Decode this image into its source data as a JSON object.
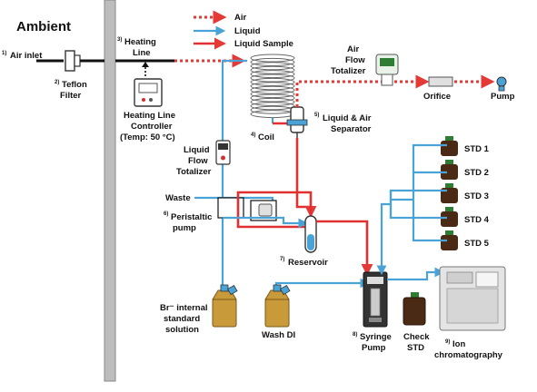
{
  "title": "Ambient",
  "legend": {
    "air": "Air",
    "liquid": "Liquid",
    "sample": "Liquid Sample"
  },
  "labels": {
    "air_inlet": {
      "num": "1)",
      "text": "Air inlet"
    },
    "filter": {
      "num": "2)",
      "line1": "Teflon",
      "line2": "Filter"
    },
    "heating_line": {
      "num": "3)",
      "line1": "Heating",
      "line2": "Line"
    },
    "controller": {
      "line1": "Heating Line",
      "line2": "Controller",
      "line3": "(Temp: 50 °C)"
    },
    "coil": {
      "num": "4)",
      "text": "Coil"
    },
    "separator": {
      "num": "5)",
      "line1": "Liquid & Air",
      "line2": "Separator"
    },
    "air_totalizer": {
      "line1": "Air",
      "line2": "Flow",
      "line3": "Totalizer"
    },
    "orifice": "Orifice",
    "pump": "Pump",
    "liquid_totalizer": {
      "line1": "Liquid",
      "line2": "Flow",
      "line3": "Totalizer"
    },
    "waste": "Waste",
    "peristaltic": {
      "num": "6)",
      "line1": "Peristaltic",
      "line2": "pump"
    },
    "reservoir": {
      "num": "7)",
      "text": "Reservoir"
    },
    "br_solution": {
      "line1": "Br⁻ internal",
      "line2": "standard",
      "line3": "solution"
    },
    "wash": "Wash DI",
    "syringe": {
      "num": "8)",
      "line1": "Syringe",
      "line2": "Pump"
    },
    "check_std": {
      "line1": "Check",
      "line2": "STD"
    },
    "ion": {
      "num": "9)",
      "line1": "Ion",
      "line2": "chromatography"
    }
  },
  "standards": [
    "STD 1",
    "STD 2",
    "STD 3",
    "STD 4",
    "STD 5"
  ],
  "colors": {
    "air": "#e53935",
    "liquid": "#4aa3d6",
    "sample": "#e03030",
    "bottle": "#4a2a14",
    "bottle_tan": "#c99a3a"
  }
}
